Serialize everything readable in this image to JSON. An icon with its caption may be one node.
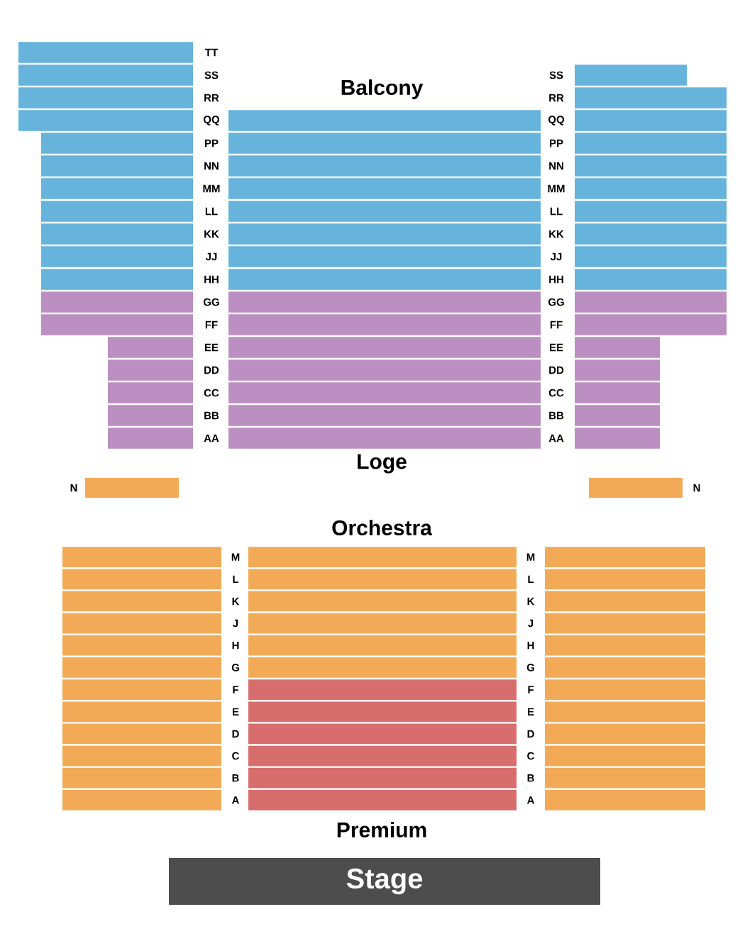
{
  "diagram": {
    "nodes": [
      {
        "text": [
          "Stage"
        ]
      }
    ],
    "labels": [
      "TT",
      "SS",
      "SS",
      "Balcony",
      "RR",
      "RR",
      "QQ",
      "QQ",
      "PP",
      "PP",
      "NN",
      "NN",
      "MM",
      "MM",
      "LL",
      "LL",
      "KK",
      "KK",
      "JJ",
      "JJ",
      "HH",
      "HH",
      "GG",
      "GG",
      "FF",
      "FF",
      "EE",
      "EE",
      "DD",
      "DD",
      "CC",
      "CC",
      "BB",
      "BB",
      "AA",
      "AA",
      "Loge",
      "N",
      "N",
      "Orchestra",
      "M",
      "M",
      "L",
      "L",
      "K",
      "K",
      "J",
      "J",
      "H",
      "H",
      "G",
      "G",
      "F",
      "F",
      "E",
      "E",
      "D",
      "D",
      "C",
      "C",
      "B",
      "B",
      "A",
      "A",
      "Premium"
    ]
  }
}
